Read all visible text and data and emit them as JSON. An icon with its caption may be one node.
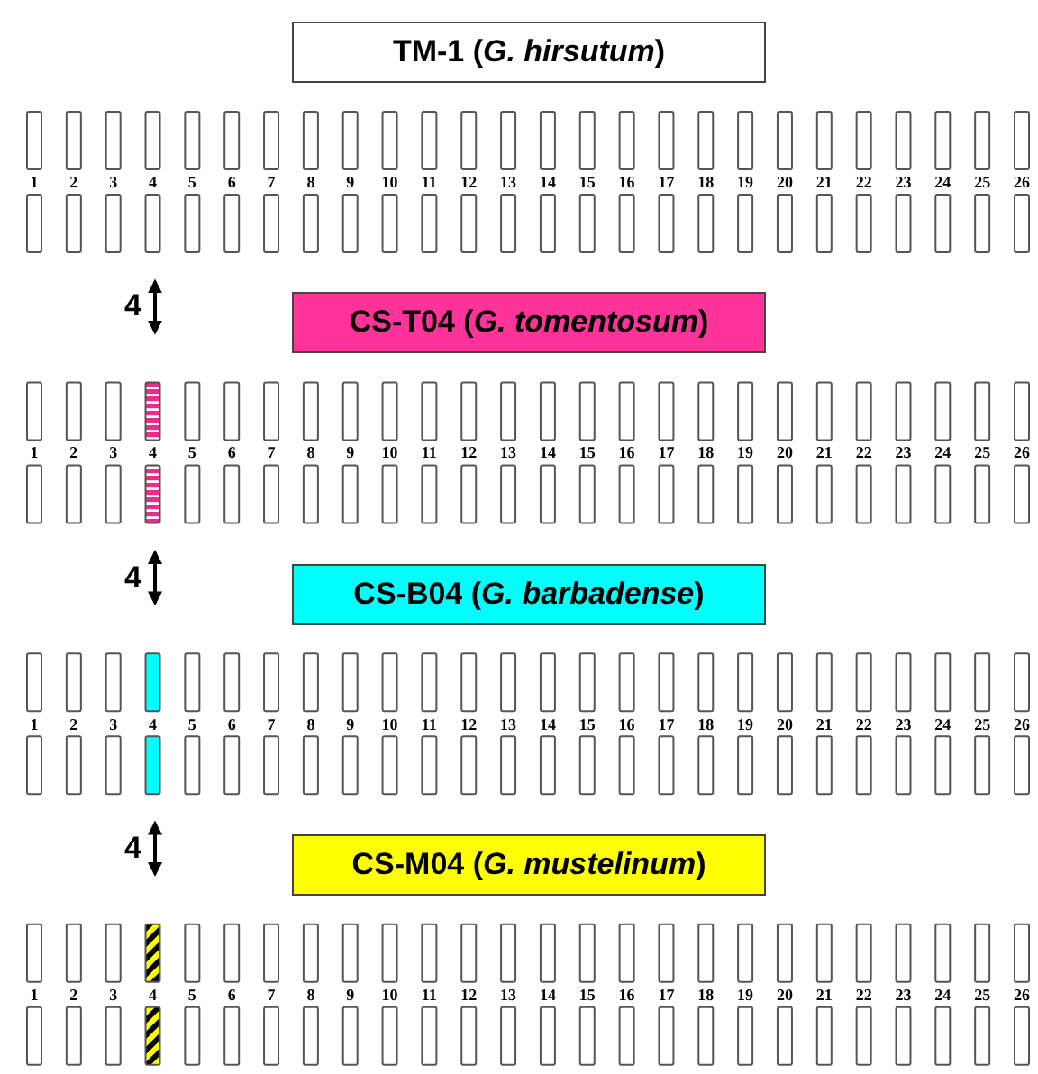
{
  "diagram": {
    "nodes": [
      {
        "text": [
          "TM-1 (*G. hirsutum*)"
        ]
      },
      {
        "text": [
          "CS-T04 (*G. tomentosum*)"
        ]
      },
      {
        "text": [
          "CS-B04 (*G. barbadense*)"
        ]
      },
      {
        "text": [
          "CS-M04 (*G. mustelinum*)"
        ]
      }
    ],
    "labels": [
      "1",
      "2",
      "3",
      "4",
      "5",
      "6",
      "7",
      "8",
      "9",
      "10",
      "11",
      "12",
      "13",
      "14",
      "15",
      "16",
      "17",
      "18",
      "19",
      "20",
      "21",
      "22",
      "23",
      "24",
      "25",
      "26",
      "4",
      "1",
      "2",
      "3",
      "4",
      "5",
      "6",
      "7",
      "8",
      "9",
      "10",
      "11",
      "12",
      "13",
      "14",
      "15",
      "16",
      "17",
      "18",
      "19",
      "20",
      "21",
      "22",
      "23",
      "24",
      "25",
      "26",
      "4",
      "1",
      "2",
      "3",
      "4",
      "5",
      "6",
      "7",
      "8",
      "9",
      "10",
      "11",
      "12",
      "13",
      "14",
      "15",
      "16",
      "17",
      "18",
      "19",
      "20",
      "21",
      "22",
      "23",
      "24",
      "25",
      "26",
      "4",
      "1",
      "2",
      "3",
      "4",
      "5",
      "6",
      "7",
      "8",
      "9",
      "10",
      "11",
      "12",
      "13",
      "14",
      "15",
      "16",
      "17",
      "18",
      "19",
      "20",
      "21",
      "22",
      "23",
      "24",
      "25",
      "26"
    ]
  }
}
